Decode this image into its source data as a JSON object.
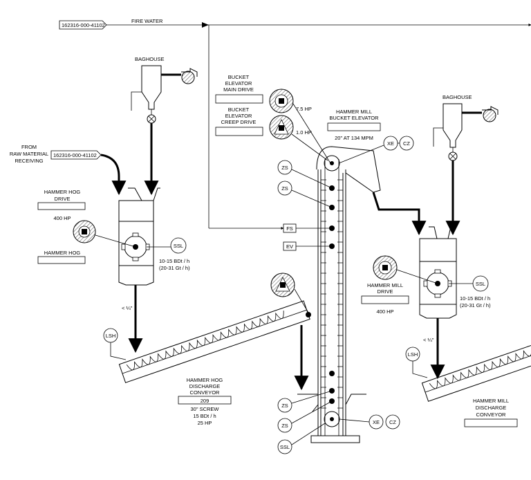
{
  "fire_water": {
    "label": "FIRE WATER",
    "tag": "162316-000-41102"
  },
  "raw_material": {
    "label_lines": [
      "FROM",
      "RAW MATERIAL",
      "RECEIVING"
    ],
    "tag": "162316-000-41102"
  },
  "baghouse_left": {
    "label": "BAGHOUSE"
  },
  "baghouse_right": {
    "label": "BAGHOUSE"
  },
  "bucket_main_drive": {
    "label_lines": [
      "BUCKET",
      "ELEVATOR",
      "MAIN DRIVE"
    ],
    "hp": "7.5 HP"
  },
  "bucket_creep_drive": {
    "label_lines": [
      "BUCKET",
      "ELEVATOR",
      "CREEP DRIVE"
    ],
    "hp": "1.0 HP"
  },
  "hammer_mill_bucket_elevator": {
    "label_lines": [
      "HAMMER MILL",
      "BUCKET ELEVATOR"
    ],
    "spec": "20\" AT 134 MPM"
  },
  "hammer_hog_drive": {
    "label_lines": [
      "HAMMER HOG",
      "DRIVE"
    ],
    "hp": "400 HP"
  },
  "hammer_hog": {
    "label": "HAMMER HOG",
    "rate_lines": [
      "10-15 BDt / h",
      "(20-31 Gt / h)"
    ]
  },
  "hammer_mill_drive": {
    "label_lines": [
      "HAMMER MILL",
      "DRIVE"
    ],
    "hp": "400 HP"
  },
  "hammer_mill": {
    "rate_lines": [
      "10-15 BDt / h",
      "(20-31 Gt / h)"
    ]
  },
  "hog_conveyor": {
    "label_lines": [
      "HAMMER HOG",
      "DISCHARGE",
      "CONVEYOR"
    ],
    "number": "209",
    "spec_lines": [
      "30\" SCREW",
      "15 BDt / h",
      "25 HP"
    ]
  },
  "mill_conveyor": {
    "label_lines": [
      "HAMMER MILL",
      "DISCHARGE",
      "CONVEYOR"
    ]
  },
  "size_note": "< ¼\"",
  "instruments": {
    "zs": "ZS",
    "fs": "FS",
    "ev": "EV",
    "xe": "XE",
    "cz": "CZ",
    "ssl": "SSL",
    "lsh": "LSH"
  }
}
